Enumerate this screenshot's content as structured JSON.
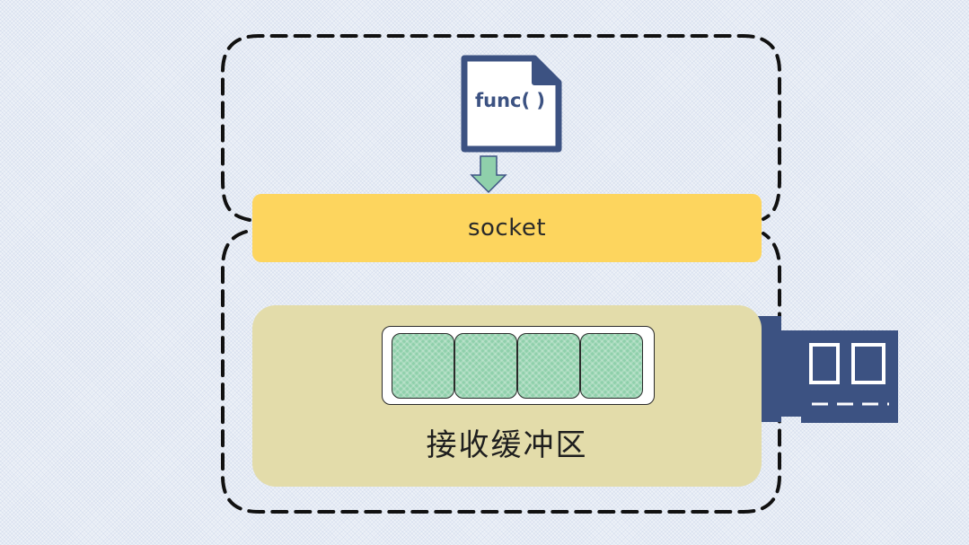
{
  "diagram": {
    "function_label": "func( )",
    "socket_label": "socket",
    "buffer_label": "接收缓冲区",
    "queue_slot_count": 4
  },
  "colors": {
    "background": "#eef2f8",
    "socket": "#fdd55e",
    "buffer_panel": "#e3dcaa",
    "packet": "#8fd0ab",
    "file_icon": "#3c5282",
    "nic_card": "#3c5282",
    "boundary": "#111111"
  },
  "icons": {
    "function_file": "document-icon",
    "arrow": "arrow-down-icon",
    "network_card": "network-card-icon"
  }
}
